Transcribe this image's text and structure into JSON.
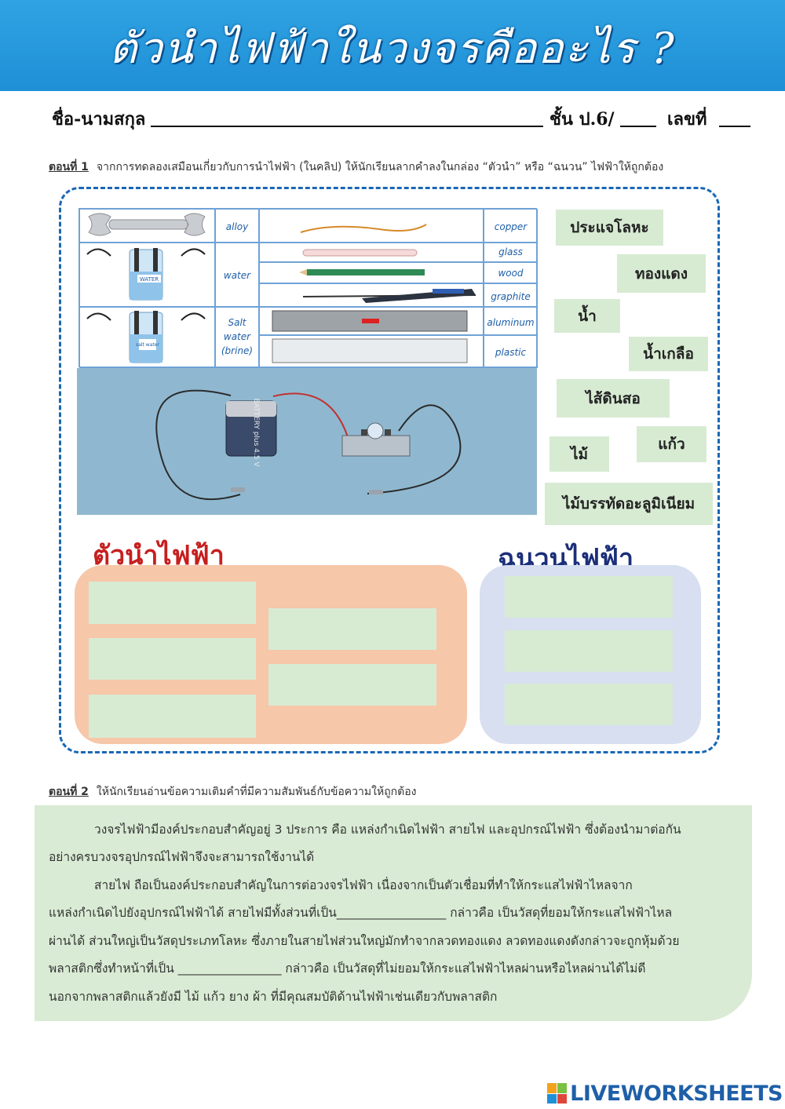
{
  "header": {
    "title": "ตัวนำไฟฟ้าในวงจรคืออะไร ?"
  },
  "student": {
    "name_label": "ชื่อ-นามสกุล",
    "class_label": "ชั้น ป.6/",
    "number_label": "เลขที่"
  },
  "part1": {
    "label": "ตอนที่ 1",
    "instruction": "จากการทดลองเสมือนเกี่ยวกับการนำไฟฟ้า (ในคลิป) ให้นักเรียนลากคำลงในกล่อง “ตัวนำ” หรือ “ฉนวน” ไฟฟ้าให้ถูกต้อง",
    "table_labels": {
      "alloy": "alloy",
      "water": "water",
      "salt": [
        "Salt",
        "water",
        "(brine)"
      ],
      "copper": "copper",
      "glass": "glass",
      "wood": "wood",
      "graphite": "graphite",
      "aluminum": "aluminum",
      "plastic": "plastic",
      "water_tag": "WATER",
      "salt_tag": "salt water",
      "battery_text": "BATTERY plus 4.5 V"
    },
    "words": [
      "ประแจโลหะ",
      "ทองแดง",
      "น้ำ",
      "น้ำเกลือ",
      "ไส้ดินสอ",
      "ไม้",
      "แก้ว",
      "ไม้บรรทัดอะลูมิเนียม"
    ],
    "conductor_heading": "ตัวนำไฟฟ้า",
    "insulator_heading": "ฉนวนไฟฟ้า"
  },
  "part2": {
    "label": "ตอนที่ 2",
    "instruction": "ให้นักเรียนอ่านข้อความเติมคำที่มีความสัมพันธ์กับข้อความให้ถูกต้อง",
    "lines": [
      "วงจรไฟฟ้ามีองค์ประกอบสำคัญอยู่ 3 ประการ คือ แหล่งกำเนิดไฟฟ้า สายไฟ และอุปกรณ์ไฟฟ้า ซึ่งต้องนำมาต่อกัน",
      "อย่างครบวงจรอุปกรณ์ไฟฟ้าจึงจะสามารถใช้งานได้",
      "สายไฟ ถือเป็นองค์ประกอบสำคัญในการต่อวงจรไฟฟ้า เนื่องจากเป็นตัวเชื่อมที่ทำให้กระแสไฟฟ้าไหลจาก",
      "แหล่งกำเนิดไปยังอุปกรณ์ไฟฟ้าได้ สายไฟมีทั้งส่วนที่เป็น__________________ กล่าวคือ เป็นวัสดุที่ยอมให้กระแสไฟฟ้าไหล",
      "ผ่านได้ ส่วนใหญ่เป็นวัสดุประเภทโลหะ ซึ่งภายในสายไฟส่วนใหญ่มักทำจากลวดทองแดง ลวดทองแดงดังกล่าวจะถูกหุ้มด้วย",
      "พลาสติกซึ่งทำหน้าที่เป็น _________________ กล่าวคือ เป็นวัสดุที่ไม่ยอมให้กระแสไฟฟ้าไหลผ่านหรือไหลผ่านได้ไม่ดี",
      "นอกจากพลาสติกแล้วยังมี ไม้ แก้ว ยาง ผ้า ที่มีคุณสมบัติด้านไฟฟ้าเช่นเดียวกับพลาสติก"
    ]
  },
  "footer": {
    "logo": "LIVEWORKSHEETS"
  },
  "colors": {
    "banner": "#1f8fd6",
    "dash_border": "#1a67b5",
    "word_box": "#d7ebd3",
    "conductor_zone": "#f6c7a8",
    "insulator_zone": "#d7dff0",
    "conductor_heading": "#c61f1f",
    "insulator_heading": "#1b2f7a"
  }
}
